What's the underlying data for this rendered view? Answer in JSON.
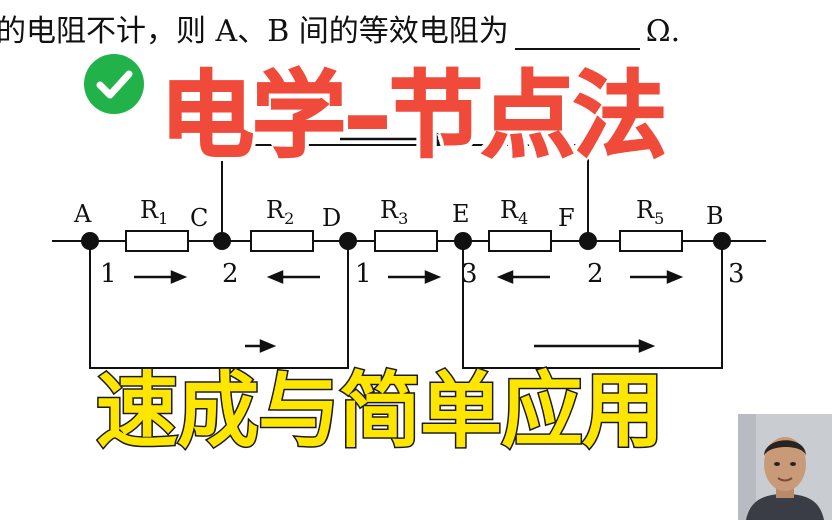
{
  "question": {
    "text_before": "的电阻不计，则 A、B 间的等效电阻为",
    "unit": "Ω."
  },
  "title": "电学–节点法",
  "subtitle": "速成与简单应用",
  "circuit": {
    "nodes": [
      {
        "name": "A",
        "potential": "1"
      },
      {
        "name": "C",
        "potential": "2"
      },
      {
        "name": "D",
        "potential": "1"
      },
      {
        "name": "E",
        "potential": "3"
      },
      {
        "name": "F",
        "potential": "2"
      },
      {
        "name": "B",
        "potential": "3"
      }
    ],
    "resistors": [
      {
        "label": "R",
        "sub": "1"
      },
      {
        "label": "R",
        "sub": "2"
      },
      {
        "label": "R",
        "sub": "3"
      },
      {
        "label": "R",
        "sub": "4"
      },
      {
        "label": "R",
        "sub": "5"
      }
    ]
  },
  "colors": {
    "title_red": "#f04a3a",
    "subtitle_yellow": "#ffe600",
    "check_green": "#21b24a"
  },
  "icons": {
    "check": "check-circle-icon",
    "presenter": "presenter-avatar"
  }
}
